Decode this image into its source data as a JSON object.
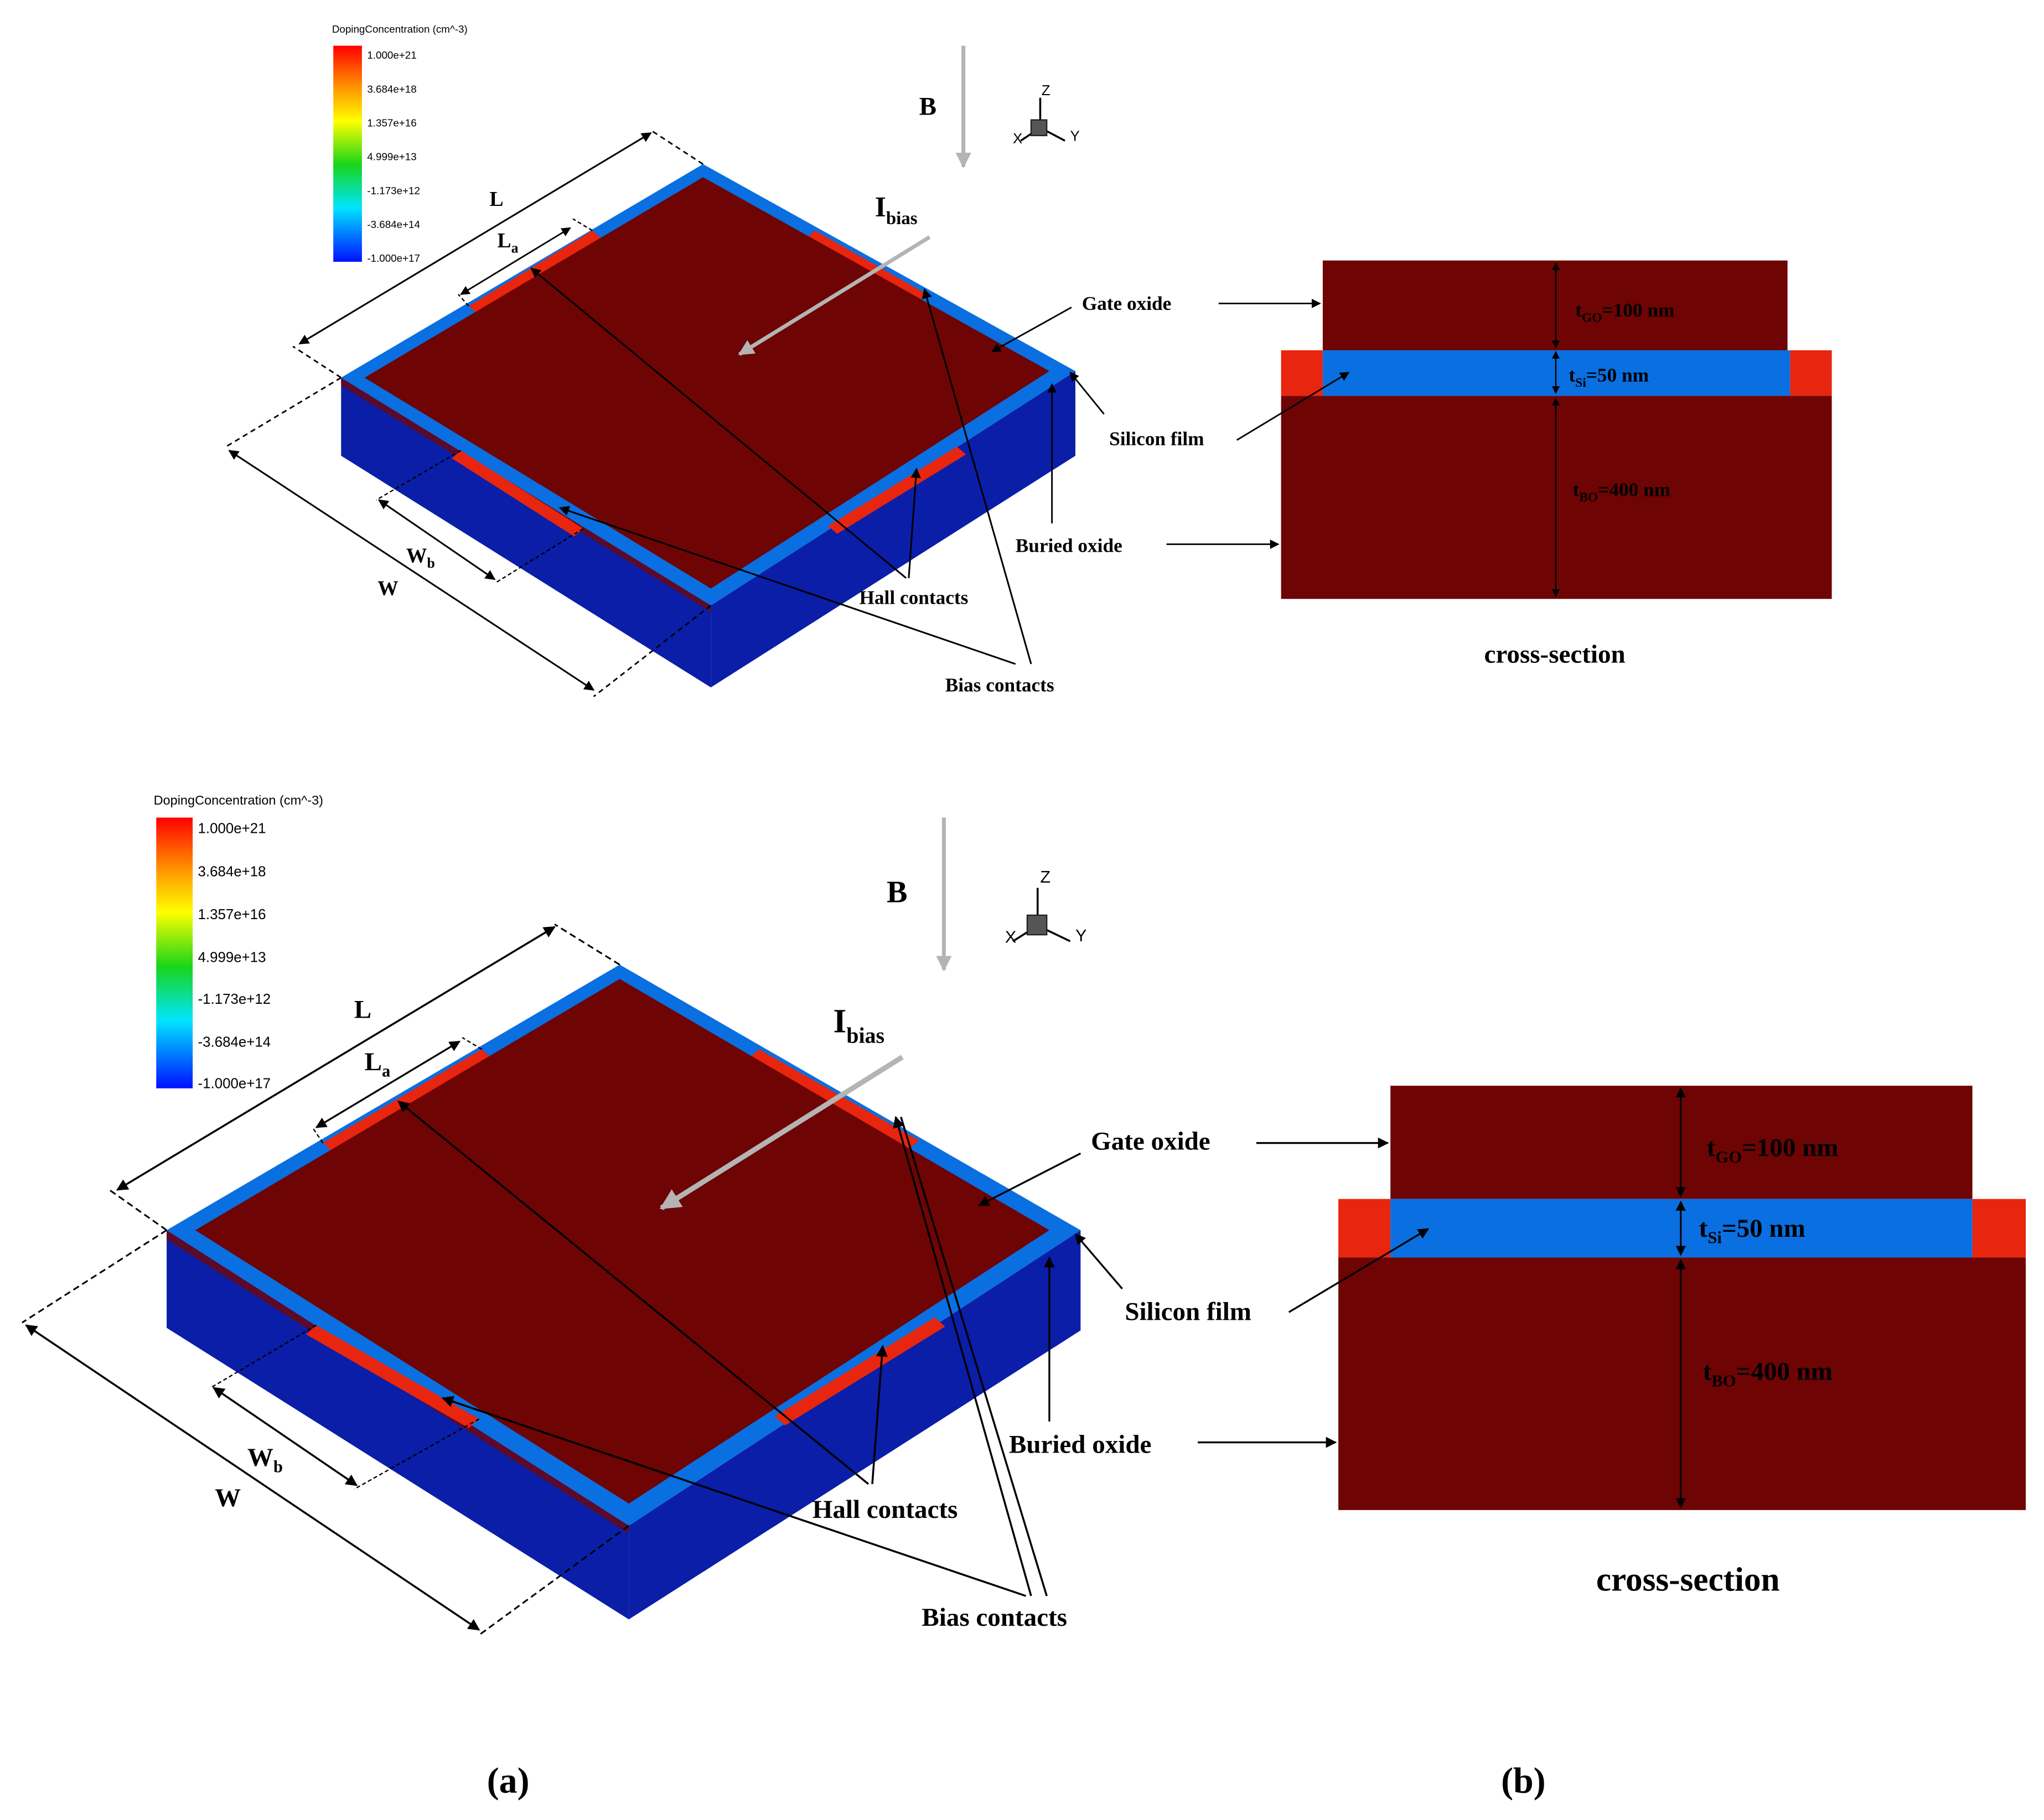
{
  "colors": {
    "oxide": "#6e0404",
    "silicon": "#0a6fe0",
    "silicon_light": "#2a86f0",
    "contact": "#e8250e",
    "side": "#0a1ea8",
    "arrow_gray": "#b4b4b4"
  },
  "panels": [
    {
      "legend": {
        "title": "DopingConcentration (cm^-3)",
        "ticks": [
          "1.000e+21",
          "3.684e+18",
          "1.357e+16",
          "4.999e+13",
          "-1.173e+12",
          "-3.684e+14",
          "-1.000e+17"
        ]
      },
      "field": "B",
      "axes": {
        "z": "Z",
        "x": "X",
        "y": "Y"
      },
      "labels": {
        "L": "L",
        "La_main": "L",
        "La_sub": "a",
        "Wb_main": "W",
        "Wb_sub": "b",
        "W": "W",
        "Ibias_main": "I",
        "Ibias_sub": "bias",
        "gate_oxide": "Gate oxide",
        "silicon_film": "Silicon film",
        "buried_oxide": "Buried oxide",
        "hall_contacts": "Hall contacts",
        "bias_contacts": "Bias contacts"
      },
      "cross_section": {
        "title": "cross-section",
        "tgo_t": "t",
        "tgo_sub": "GO",
        "tgo_val": "=100 nm",
        "tsi_t": "t",
        "tsi_sub": "Si",
        "tsi_val": "=50 nm",
        "tbo_t": "t",
        "tbo_sub": "BO",
        "tbo_val": "=400 nm"
      }
    },
    {
      "legend": {
        "title": "DopingConcentration (cm^-3)",
        "ticks": [
          "1.000e+21",
          "3.684e+18",
          "1.357e+16",
          "4.999e+13",
          "-1.173e+12",
          "-3.684e+14",
          "-1.000e+17"
        ]
      },
      "field": "B",
      "axes": {
        "z": "Z",
        "x": "X",
        "y": "Y"
      },
      "labels": {
        "L": "L",
        "La_main": "L",
        "La_sub": "a",
        "Wb_main": "W",
        "Wb_sub": "b",
        "W": "W",
        "Ibias_main": "I",
        "Ibias_sub": "bias",
        "gate_oxide": "Gate oxide",
        "silicon_film": "Silicon film",
        "buried_oxide": "Buried oxide",
        "hall_contacts": "Hall contacts",
        "bias_contacts": "Bias contacts"
      },
      "cross_section": {
        "title": "cross-section",
        "tgo_t": "t",
        "tgo_sub": "GO",
        "tgo_val": "=100 nm",
        "tsi_t": "t",
        "tsi_sub": "Si",
        "tsi_val": "=50 nm",
        "tbo_t": "t",
        "tbo_sub": "BO",
        "tbo_val": "=400 nm"
      }
    }
  ],
  "captions": {
    "a": "(a)",
    "b": "(b)"
  }
}
